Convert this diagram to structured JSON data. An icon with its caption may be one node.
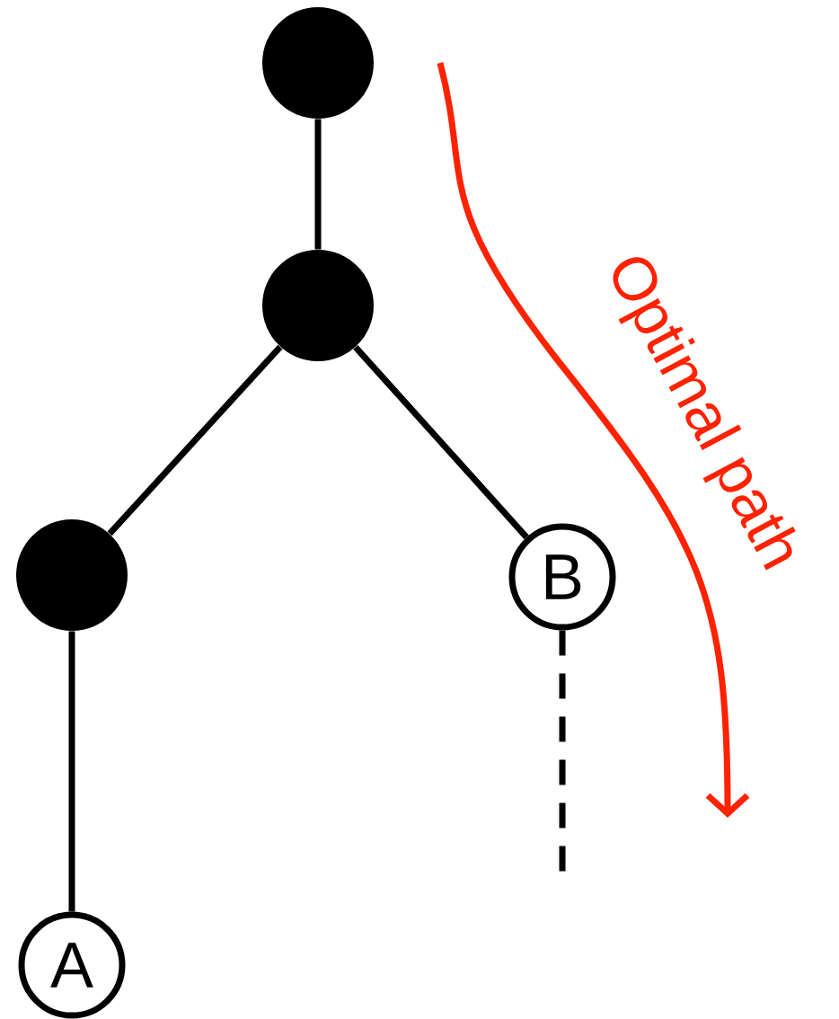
{
  "diagram": {
    "nodes": [
      {
        "text": [],
        "shape": "circle"
      },
      {
        "text": [],
        "shape": "circle"
      },
      {
        "text": [],
        "shape": "circle"
      },
      {
        "text": [
          "B"
        ]
      },
      {
        "text": [
          "A"
        ]
      }
    ],
    "edges": [
      {
        "from": 0,
        "to": 1,
        "arrow": "none"
      },
      {
        "from": 1,
        "to": 2,
        "arrow": "none"
      },
      {
        "from": 1,
        "to": 3,
        "arrow": "none"
      },
      {
        "from": 2,
        "to": 4,
        "arrow": "none"
      },
      {
        "from": 3,
        "to": null,
        "arrow": "none",
        "style": "dashed"
      }
    ],
    "labels": [
      "Optimal path"
    ]
  }
}
